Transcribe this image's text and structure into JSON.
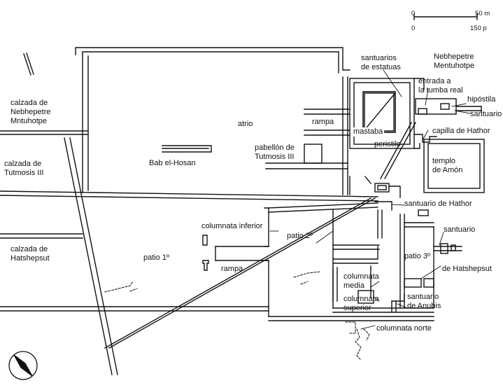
{
  "scale_bar": {
    "top_zero": "0",
    "top_value": "50 m",
    "bottom_zero": "0",
    "bottom_value": "150 p"
  },
  "labels": {
    "calzada_nebhepetre": [
      "calzada de",
      "Nebhepetre",
      "Mntuhotpe"
    ],
    "calzada_tutmosis": [
      "calzada de",
      "Tutmosis III"
    ],
    "calzada_hatshepsut": [
      "calzada de",
      "Hatshepsut"
    ],
    "atrio": "atrio",
    "rampa_upper": "rampa",
    "bab_el_hosan": "Bab el-Hosan",
    "pabellon": [
      "pabellón de",
      "Tutmosis III"
    ],
    "mastaba": "mastaba",
    "santuarios_estatuas": [
      "santuarios",
      "de estatuas"
    ],
    "nebhepetre_mentuhotpe": [
      "Nebhepetre",
      "Mentuhotpe"
    ],
    "entrada_tumba": [
      "entrada a",
      "la tumba real"
    ],
    "hipostila": "hipóstila",
    "santuario_top": "santuario",
    "peristilo": "peristilo",
    "capilla_hathor": "capilla de Hathor",
    "templo_amon": [
      "templo",
      "de Amón"
    ],
    "santuario_hathor": "santuario de Hathor",
    "columnata_inferior": "columnata inferior",
    "patio_2": "patio 2º",
    "patio_1": "patio 1º",
    "rampa_lower": "rampa",
    "santuario_right": "santuario",
    "patio_3": "patio 3º",
    "de_hatshepsut": "de Hatshepsut",
    "columnata_media": [
      "columnata",
      "media"
    ],
    "columnata_superior": [
      "columnata",
      "superior"
    ],
    "santuario_anubis": [
      "santuario",
      "de Anubis"
    ],
    "columnata_norte": "columnata norte"
  },
  "colors": {
    "ink": "#111111",
    "paper": "#ffffff"
  },
  "icons": {
    "compass": "compass-rose-icon"
  }
}
